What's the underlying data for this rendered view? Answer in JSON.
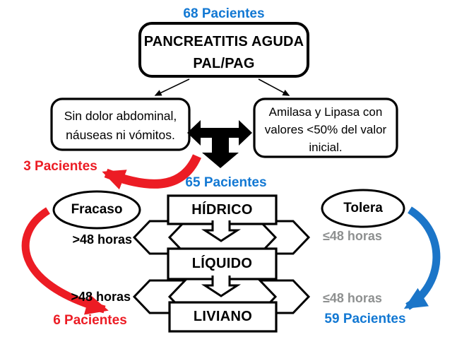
{
  "colors": {
    "blue": "#1278d3",
    "red": "#ec1c24",
    "gray": "#8e9090",
    "black": "#000000"
  },
  "top": {
    "patient_count": "68 Pacientes",
    "diagnosis_box": "PANCREATITIS AGUDA\nPAL/PAG"
  },
  "criteria": {
    "left_box": "Sin dolor abdominal,\nnáuseas ni vómitos.",
    "right_box": "Amilasa y Lipasa con\nvalores <50% del valor\ninicial."
  },
  "exclusion": {
    "patient_count": "3 Pacientes"
  },
  "diet_progression": {
    "patient_count": "65 Pacientes",
    "steps": [
      "HÍDRICO",
      "LÍQUIDO",
      "LIVIANO"
    ]
  },
  "failure_branch": {
    "label": "Fracaso",
    "hours_step1": ">48 horas",
    "hours_step2": ">48 horas",
    "patient_count": "6 Pacientes"
  },
  "tolerance_branch": {
    "label": "Tolera",
    "hours_step1": "≤48 horas",
    "hours_step2": "≤48 horas",
    "patient_count": "59 Pacientes"
  }
}
